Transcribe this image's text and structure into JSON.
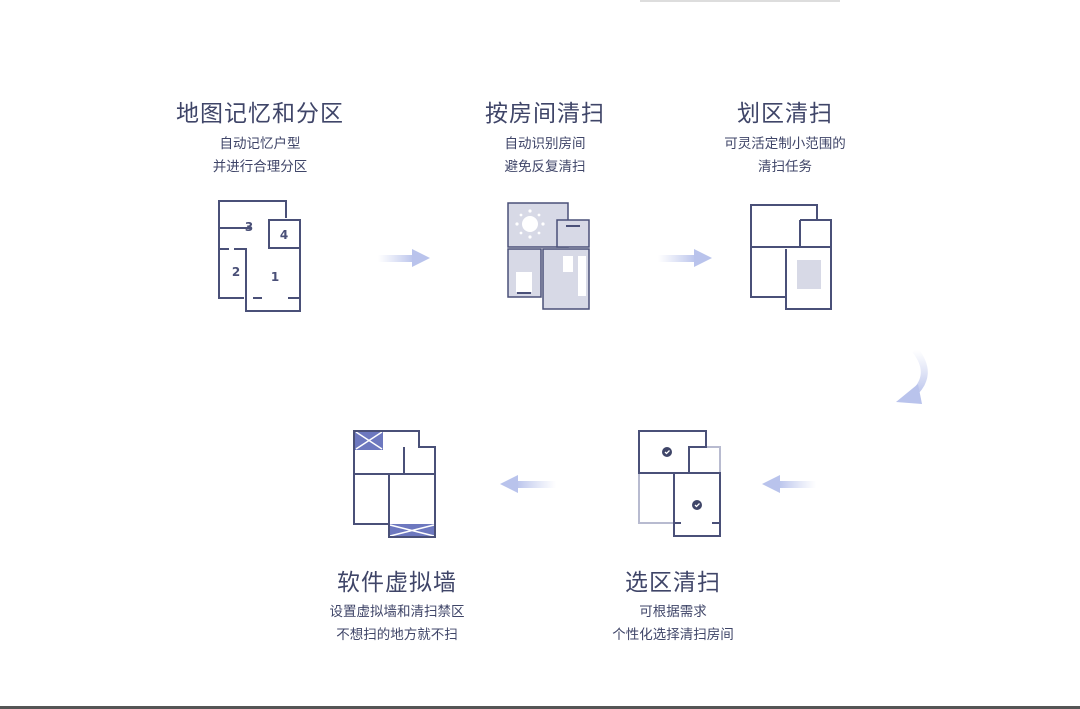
{
  "steps": [
    {
      "title": "地图记忆和分区",
      "lines": [
        "自动记忆户型",
        "并进行合理分区"
      ],
      "rooms": [
        "3",
        "4",
        "2",
        "1"
      ]
    },
    {
      "title": "按房间清扫",
      "lines": [
        "自动识别房间",
        "避免反复清扫"
      ]
    },
    {
      "title": "划区清扫",
      "lines": [
        "可灵活定制小范围的",
        "清扫任务"
      ]
    },
    {
      "title": "选区清扫",
      "lines": [
        "可根据需求",
        "个性化选择清扫房间"
      ]
    },
    {
      "title": "软件虚拟墙",
      "lines": [
        "设置虚拟墙和清扫禁区",
        "不想扫的地方就不扫"
      ]
    }
  ],
  "colors": {
    "text": "#3f4568",
    "line": "#4a5078",
    "fill": "#d7d9e6",
    "accent": "#6d78bf",
    "arrow": "#c5cdee"
  }
}
